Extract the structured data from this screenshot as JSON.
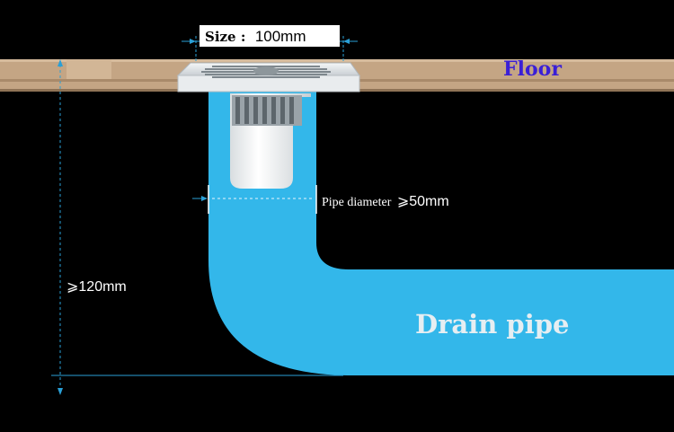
{
  "labels": {
    "floor": "Floor",
    "size_prefix": "Size :",
    "size_value": "100mm",
    "pipe_diameter_prefix": "Pipe diameter",
    "pipe_diameter_value": "⩾50mm",
    "height_value": "⩾120mm",
    "drain_pipe": "Drain pipe"
  },
  "colors": {
    "background": "#000000",
    "floor": "#c4a584",
    "pipe": "#33b7ea",
    "dimension_line": "#2a9fd6",
    "floor_label": "#3a1fd6"
  }
}
